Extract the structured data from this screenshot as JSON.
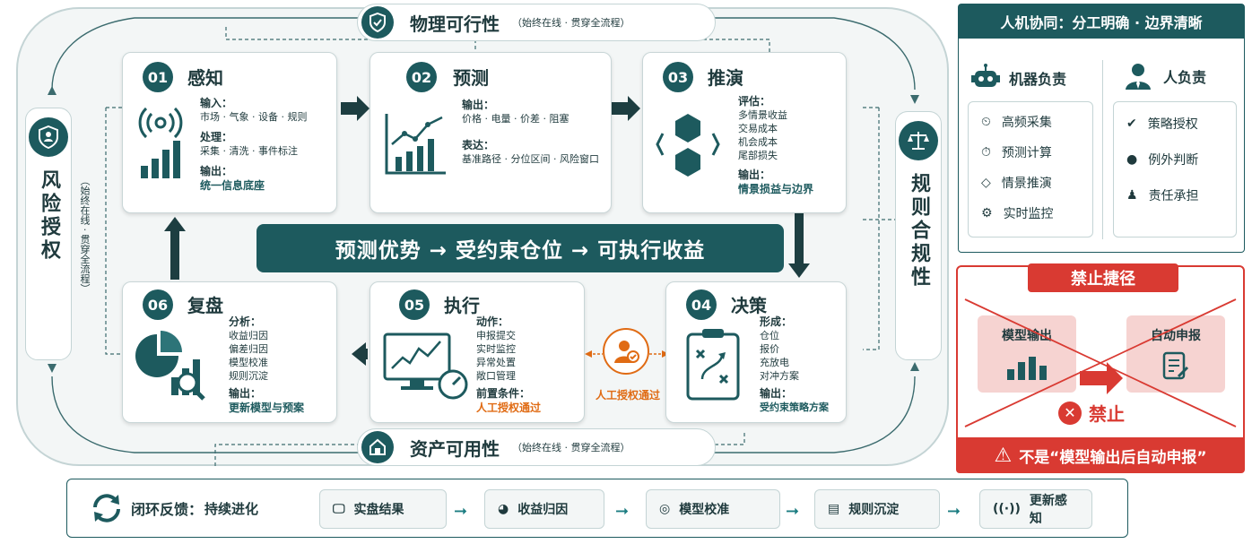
{
  "top_pill": {
    "title": "物理可行性",
    "sub": "（始终在线 · 贯穿全流程）"
  },
  "bottom_pill": {
    "title": "资产可用性",
    "sub": "（始终在线 · 贯穿全流程）"
  },
  "left_pill": {
    "title": "风险授权",
    "sub": "（始终在线 · 贯穿全流程）"
  },
  "right_pill": {
    "title": "规则合规性"
  },
  "center_banner": "预测优势 → 受约束仓位 → 可执行收益",
  "panels": {
    "p1": {
      "num": "01",
      "title": "感知",
      "l1": "输入：",
      "t1": "市场 · 气象 · 设备 · 规则",
      "l2": "处理：",
      "t2": "采集 · 清洗 · 事件标注",
      "l3": "输出：",
      "o": "统一信息底座"
    },
    "p2": {
      "num": "02",
      "title": "预测",
      "l1": "输出：",
      "t1": "价格 · 电量 · 价差 · 阻塞",
      "l2": "表达：",
      "t2": "基准路径 · 分位区间 · 风险窗口"
    },
    "p3": {
      "num": "03",
      "title": "推演",
      "l1": "评估：",
      "t1": "多情景收益",
      "t2": "交易成本",
      "t3": "机会成本",
      "t4": "尾部损失",
      "l2": "输出：",
      "o": "情景损益与边界"
    },
    "p4": {
      "num": "04",
      "title": "决策",
      "l1": "形成：",
      "t1": "仓位",
      "t2": "报价",
      "t3": "充放电",
      "t4": "对冲方案",
      "l2": "输出：",
      "o": "受约束策略方案"
    },
    "p5": {
      "num": "05",
      "title": "执行",
      "l1": "动作：",
      "t1": "申报提交",
      "t2": "实时监控",
      "t3": "异常处置",
      "t4": "敞口管理",
      "l2": "前置条件：",
      "o": "人工授权通过"
    },
    "p6": {
      "num": "06",
      "title": "复盘",
      "l1": "分析：",
      "t1": "收益归因",
      "t2": "偏差归因",
      "t3": "模型校准",
      "t4": "规则沉淀",
      "l2": "输出：",
      "o": "更新模型与预案"
    }
  },
  "manual_auth": "人工授权通过",
  "collab": {
    "header": "人机协同：分工明确 · 边界清晰",
    "machine_title": "机器负责",
    "human_title": "人负责",
    "machine_items": [
      "高频采集",
      "预测计算",
      "情景推演",
      "实时监控"
    ],
    "human_items": [
      "策略授权",
      "例外判断",
      "责任承担"
    ]
  },
  "forbid": {
    "header": "禁止捷径",
    "model": "模型输出",
    "auto": "自动申报",
    "ban": "禁止",
    "footer": "不是“模型输出后自动申报”"
  },
  "feedback": {
    "title": "闭环反馈：",
    "subtitle": "持续进化",
    "steps": [
      "实盘结果",
      "收益归因",
      "模型校准",
      "规则沉淀",
      "更新感知"
    ]
  },
  "colors": {
    "teal": "#1d5a5e",
    "orange": "#e06b14",
    "red": "#d93a32"
  }
}
